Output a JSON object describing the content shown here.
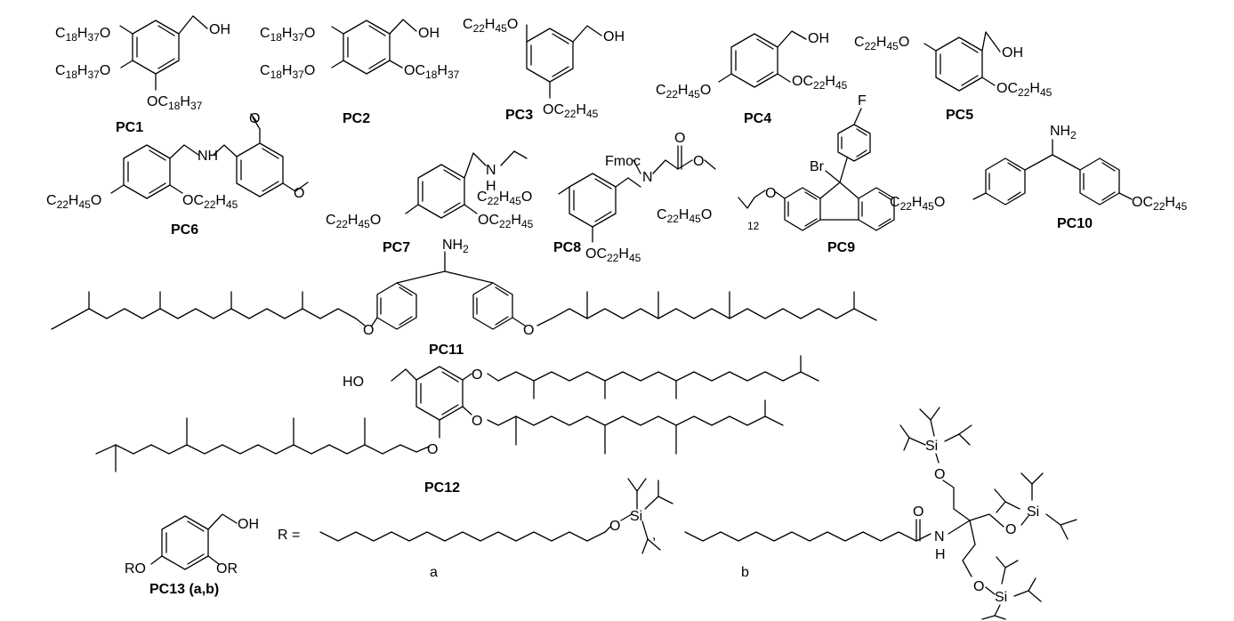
{
  "compounds": [
    {
      "id": "PC1",
      "label": "PC1"
    },
    {
      "id": "PC2",
      "label": "PC2"
    },
    {
      "id": "PC3",
      "label": "PC3"
    },
    {
      "id": "PC4",
      "label": "PC4"
    },
    {
      "id": "PC5",
      "label": "PC5"
    },
    {
      "id": "PC6",
      "label": "PC6"
    },
    {
      "id": "PC7",
      "label": "PC7"
    },
    {
      "id": "PC8",
      "label": "PC8"
    },
    {
      "id": "PC9",
      "label": "PC9"
    },
    {
      "id": "PC10",
      "label": "PC10"
    },
    {
      "id": "PC11",
      "label": "PC11"
    },
    {
      "id": "PC12",
      "label": "PC12"
    },
    {
      "id": "PC13",
      "label": "PC13 (a,b)"
    }
  ],
  "substituents": {
    "c18": {
      "main": "C",
      "sub1": "18",
      "mid": "H",
      "sub2": "37"
    },
    "c22": {
      "main": "C",
      "sub1": "22",
      "mid": "H",
      "sub2": "45"
    }
  },
  "atoms": {
    "oh": "OH",
    "o": "O",
    "n": "N",
    "h": "H",
    "nh": "NH",
    "br": "Br",
    "f": "F",
    "si": "Si",
    "fmoc": "Fmoc",
    "nh2_main": "NH",
    "nh2_sub": "2",
    "ro": "RO",
    "or": "OR",
    "chain12": "12"
  },
  "r_definition": {
    "lead": "R =",
    "separator": ",",
    "option_a": "a",
    "option_b": "b"
  }
}
